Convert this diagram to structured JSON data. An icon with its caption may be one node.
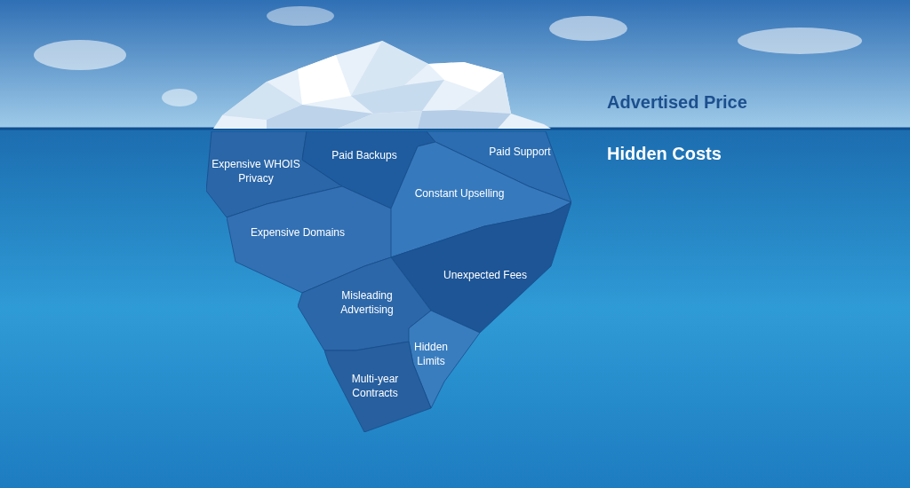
{
  "diagram": {
    "nodes": [
      {
        "text": [
          "Expensive WHOIS Privacy"
        ]
      },
      {
        "text": [
          "Paid Backups"
        ]
      },
      {
        "text": [
          "Paid Support"
        ]
      },
      {
        "text": [
          "Constant Upselling"
        ]
      },
      {
        "text": [
          "Expensive Domains"
        ]
      },
      {
        "text": [
          "Unexpected Fees"
        ]
      },
      {
        "text": [
          "Misleading Advertising"
        ]
      },
      {
        "text": [
          "Hidden Limits"
        ]
      },
      {
        "text": [
          "Multi-year Contracts"
        ]
      }
    ],
    "labels": [
      "Advertised Price",
      "Hidden Costs"
    ]
  }
}
